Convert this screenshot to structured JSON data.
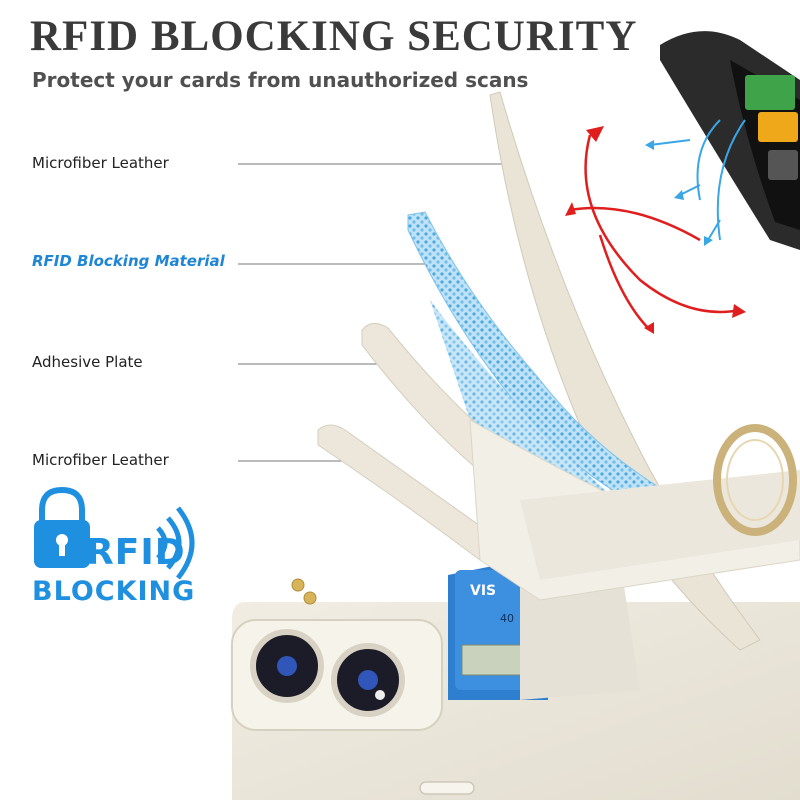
{
  "header": {
    "title": "RFID BLOCKING SECURITY",
    "subtitle": "Protect your cards from unauthorized scans"
  },
  "layers": [
    {
      "label": "Microfiber Leather"
    },
    {
      "label": "RFID Blocking Material"
    },
    {
      "label": "Adhesive Plate"
    },
    {
      "label": "Microfiber Leather"
    }
  ],
  "badge": {
    "line1": "RFID",
    "line2": "BLOCKING",
    "icon": "padlock-icon"
  },
  "card": {
    "brand": "VIS",
    "number_fragment": "40"
  },
  "colors": {
    "accent_blue": "#1f8fe0",
    "title_gray": "#3a3a3a",
    "leather": "#ece7da",
    "signal_red": "#e01e1e",
    "signal_blue": "#3aa6e6"
  }
}
